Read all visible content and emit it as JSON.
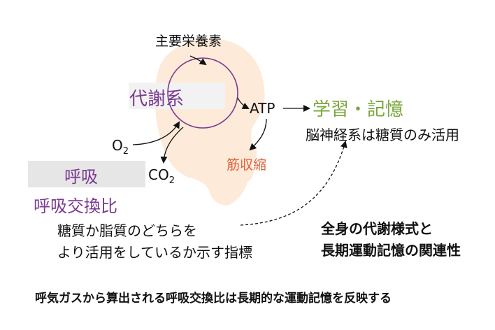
{
  "colors": {
    "purple": "#7a3a92",
    "green": "#7aa63a",
    "orange": "#e0613a",
    "head_silhouette": "#fde8d4",
    "gray_box": "#e6e6e6"
  },
  "diagram": {
    "nutrients": "主要栄養素",
    "metabolism": "代謝系",
    "o2_main": "O",
    "o2_sub": "2",
    "co2_main": "CO",
    "co2_sub": "2",
    "atp": "ATP",
    "learning_memory": "学習・記憶",
    "neuro_glucose": "脳神経系は糖質のみ活用",
    "muscle_contraction": "筋収縮",
    "respiration": "呼吸",
    "respiratory_quotient": "呼吸交換比",
    "rq_desc_line1": "糖質か脂質のどちらを",
    "rq_desc_line2": "より活用をしているか示す指標",
    "whole_body_line1": "全身の代謝様式と",
    "whole_body_line2": "長期運動記憶の関連性"
  },
  "caption": "呼気ガスから算出される呼吸交換比は長期的な運動記憶を反映する"
}
